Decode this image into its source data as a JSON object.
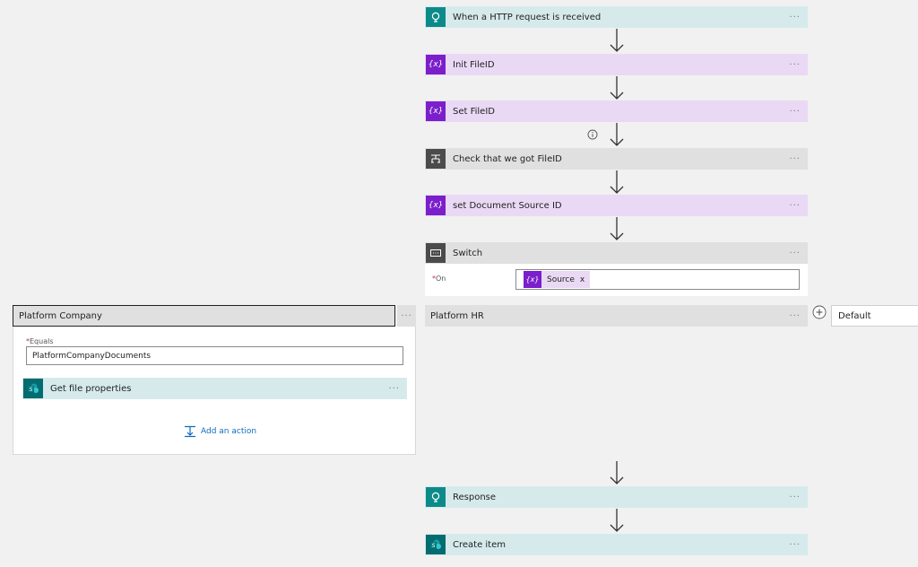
{
  "steps": {
    "http_trigger": "When a HTTP request is received",
    "init_fileid": "Init FileID",
    "set_fileid": "Set FileID",
    "check_fileid": "Check that we got FileID",
    "set_doc_source": "set Document Source ID",
    "switch": "Switch",
    "response": "Response",
    "create_item": "Create item"
  },
  "more_label": "···",
  "switch_on": {
    "label": "On",
    "token": "Source",
    "token_icon": "{x}",
    "token_close": "x"
  },
  "cases": {
    "platform_company": {
      "title": "Platform Company",
      "equals_label": "Equals",
      "equals_value": "PlatformCompanyDocuments",
      "action": "Get file properties",
      "add_action": "Add an action"
    },
    "platform_hr": {
      "title": "Platform HR"
    },
    "default": {
      "title": "Default"
    }
  },
  "required_mark": "*",
  "icons": {
    "trigger": "http-request-icon",
    "variable": "variable-icon",
    "condition": "condition-icon",
    "switch": "switch-icon",
    "sharepoint": "sharepoint-icon",
    "info": "info-icon",
    "add": "add-case-icon",
    "add_action": "add-action-icon"
  },
  "colors": {
    "teal_bg": "#d6eaec",
    "purple_bg": "#ead9f5",
    "gray_bg": "#e0e0e0",
    "teal_icon": "#0c8a8a",
    "purple_icon": "#7a1fcb",
    "sharepoint_icon": "#036c70",
    "link_blue": "#0f6cbd"
  }
}
